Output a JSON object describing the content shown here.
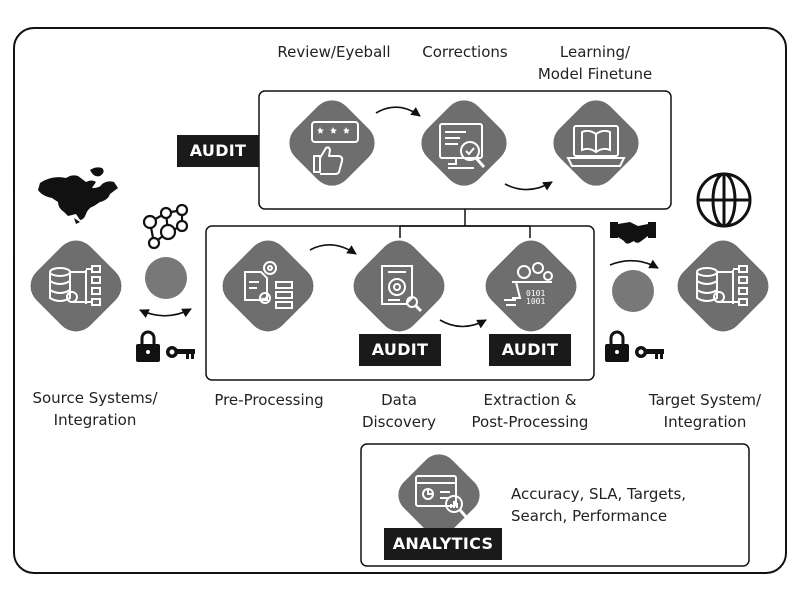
{
  "top_stages": {
    "review_label": "Review/Eyeball",
    "corrections_label": "Corrections",
    "learning_label_line1": "Learning/",
    "learning_label_line2": "Model Finetune",
    "audit_label": "AUDIT"
  },
  "pipeline": {
    "source_label_line1": "Source Systems/",
    "source_label_line2": "Integration",
    "preprocessing_label": "Pre-Processing",
    "data_discovery_label_line1": "Data",
    "data_discovery_label_line2": "Discovery",
    "extraction_label_line1": "Extraction &",
    "extraction_label_line2": "Post-Processing",
    "target_label_line1": "Target System/",
    "target_label_line2": "Integration",
    "audit_discovery_label": "AUDIT",
    "audit_extraction_label": "AUDIT"
  },
  "analytics": {
    "tag_label": "ANALYTICS",
    "metrics_line1": "Accuracy, SLA, Targets,",
    "metrics_line2": "Search, Performance"
  },
  "colors": {
    "tile": "#6e6e6e",
    "tile_dot": "#787878",
    "tag_bg": "#1a1a1a",
    "border": "#1a1a1a"
  }
}
